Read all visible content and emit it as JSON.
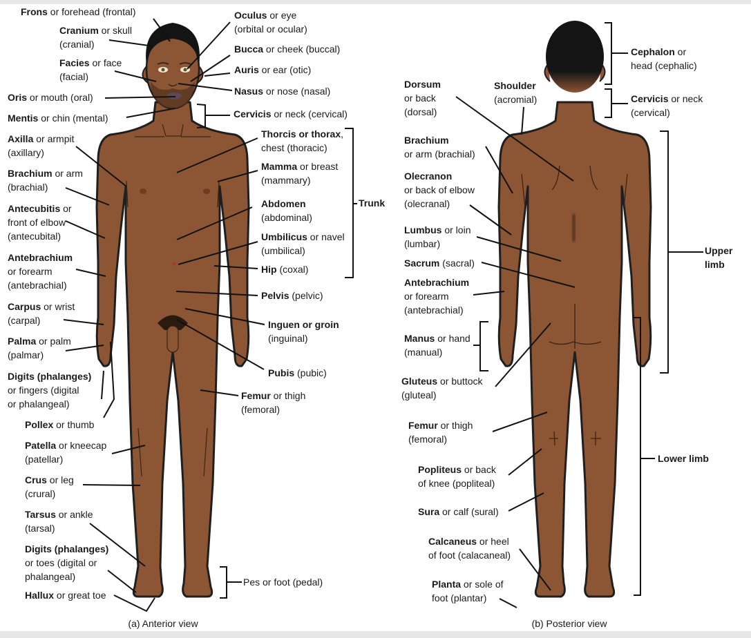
{
  "colors": {
    "skin": "#8c5634",
    "outline": "#1f1f1f",
    "hair": "#141414",
    "leader": "#111111"
  },
  "captions": {
    "anterior": "(a) Anterior view",
    "posterior": "(b) Posterior view"
  },
  "labels": {
    "frons": {
      "term": "Frons",
      "rest": " or forehead (frontal)"
    },
    "cranium": {
      "term": "Cranium",
      "rest": " or skull\n(cranial)"
    },
    "facies": {
      "term": "Facies",
      "rest": " or face\n(facial)"
    },
    "oris": {
      "term": "Oris",
      "rest": " or mouth (oral)"
    },
    "mentis": {
      "term": "Mentis",
      "rest": " or chin (mental)"
    },
    "axilla": {
      "term": "Axilla",
      "rest": " or armpit\n(axillary)"
    },
    "brachium_a": {
      "term": "Brachium",
      "rest": " or arm\n(brachial)"
    },
    "antecubitis": {
      "term": "Antecubitis",
      "rest": " or\nfront of elbow\n(antecubital)"
    },
    "antebrachium_a": {
      "term": "Antebrachium",
      "rest": "\nor forearm\n(antebrachial)"
    },
    "carpus": {
      "term": "Carpus",
      "rest": " or wrist\n(carpal)"
    },
    "palma": {
      "term": "Palma",
      "rest": " or palm\n(palmar)"
    },
    "digits_hand": {
      "term": "Digits (phalanges)",
      "rest": "\nor fingers (digital\nor phalangeal)"
    },
    "pollex": {
      "term": "Pollex",
      "rest": " or thumb"
    },
    "patella": {
      "term": "Patella",
      "rest": " or kneecap\n(patellar)"
    },
    "crus": {
      "term": "Crus",
      "rest": " or leg\n(crural)"
    },
    "tarsus": {
      "term": "Tarsus",
      "rest": " or ankle\n(tarsal)"
    },
    "digits_foot": {
      "term": "Digits (phalanges)",
      "rest": "\nor toes (digital or\nphalangeal)"
    },
    "hallux": {
      "term": "Hallux",
      "rest": " or great toe"
    },
    "oculus": {
      "term": "Oculus",
      "rest": " or eye\n(orbital or ocular)"
    },
    "bucca": {
      "term": "Bucca",
      "rest": " or cheek (buccal)"
    },
    "auris": {
      "term": "Auris",
      "rest": " or ear (otic)"
    },
    "nasus": {
      "term": "Nasus",
      "rest": " or nose (nasal)"
    },
    "cervicis_a": {
      "term": "Cervicis",
      "rest": " or neck (cervical)"
    },
    "thorax": {
      "term": "Thorcis or thorax",
      "rest": ",\nchest (thoracic)"
    },
    "mamma": {
      "term": "Mamma",
      "rest": " or breast\n(mammary)"
    },
    "abdomen": {
      "term": "Abdomen",
      "rest": "\n(abdominal)"
    },
    "umbilicus": {
      "term": "Umbilicus",
      "rest": " or navel\n(umbilical)"
    },
    "hip": {
      "term": "Hip",
      "rest": " (coxal)"
    },
    "trunk": {
      "term": "Trunk",
      "rest": ""
    },
    "pelvis": {
      "term": "Pelvis",
      "rest": " (pelvic)"
    },
    "inguen": {
      "term": "Inguen or groin",
      "rest": "\n(inguinal)"
    },
    "pubis": {
      "term": "Pubis",
      "rest": " (pubic)"
    },
    "femur_a": {
      "term": "Femur",
      "rest": " or thigh\n(femoral)"
    },
    "pes": {
      "term": "",
      "rest": "Pes or foot (pedal)"
    },
    "cephalon": {
      "term": "Cephalon",
      "rest": " or\nhead (cephalic)"
    },
    "cervicis_p": {
      "term": "Cervicis",
      "rest": " or neck\n(cervical)"
    },
    "dorsum": {
      "term": "Dorsum",
      "rest": "\nor back\n(dorsal)"
    },
    "shoulder": {
      "term": "Shoulder",
      "rest": "\n(acromial)"
    },
    "brachium_p": {
      "term": "Brachium",
      "rest": "\nor arm (brachial)"
    },
    "olecranon": {
      "term": "Olecranon",
      "rest": "\nor back of elbow\n(olecranal)"
    },
    "lumbus": {
      "term": "Lumbus",
      "rest": " or loin\n(lumbar)"
    },
    "sacrum": {
      "term": "Sacrum",
      "rest": " (sacral)"
    },
    "antebrachium_p": {
      "term": "Antebrachium",
      "rest": "\nor forearm\n(antebrachial)"
    },
    "manus": {
      "term": "Manus",
      "rest": " or hand\n(manual)"
    },
    "upper_limb": {
      "term": "Upper limb",
      "rest": ""
    },
    "gluteus": {
      "term": "Gluteus",
      "rest": " or buttock\n(gluteal)"
    },
    "femur_p": {
      "term": "Femur",
      "rest": " or thigh\n(femoral)"
    },
    "popliteus": {
      "term": "Popliteus",
      "rest": " or back\nof knee (popliteal)"
    },
    "sura": {
      "term": "Sura",
      "rest": " or calf (sural)"
    },
    "calcaneus": {
      "term": "Calcaneus",
      "rest": " or heel\nof foot (calacaneal)"
    },
    "planta": {
      "term": "Planta",
      "rest": " or sole of\nfoot (plantar)"
    },
    "lower_limb": {
      "term": "Lower limb",
      "rest": ""
    }
  }
}
